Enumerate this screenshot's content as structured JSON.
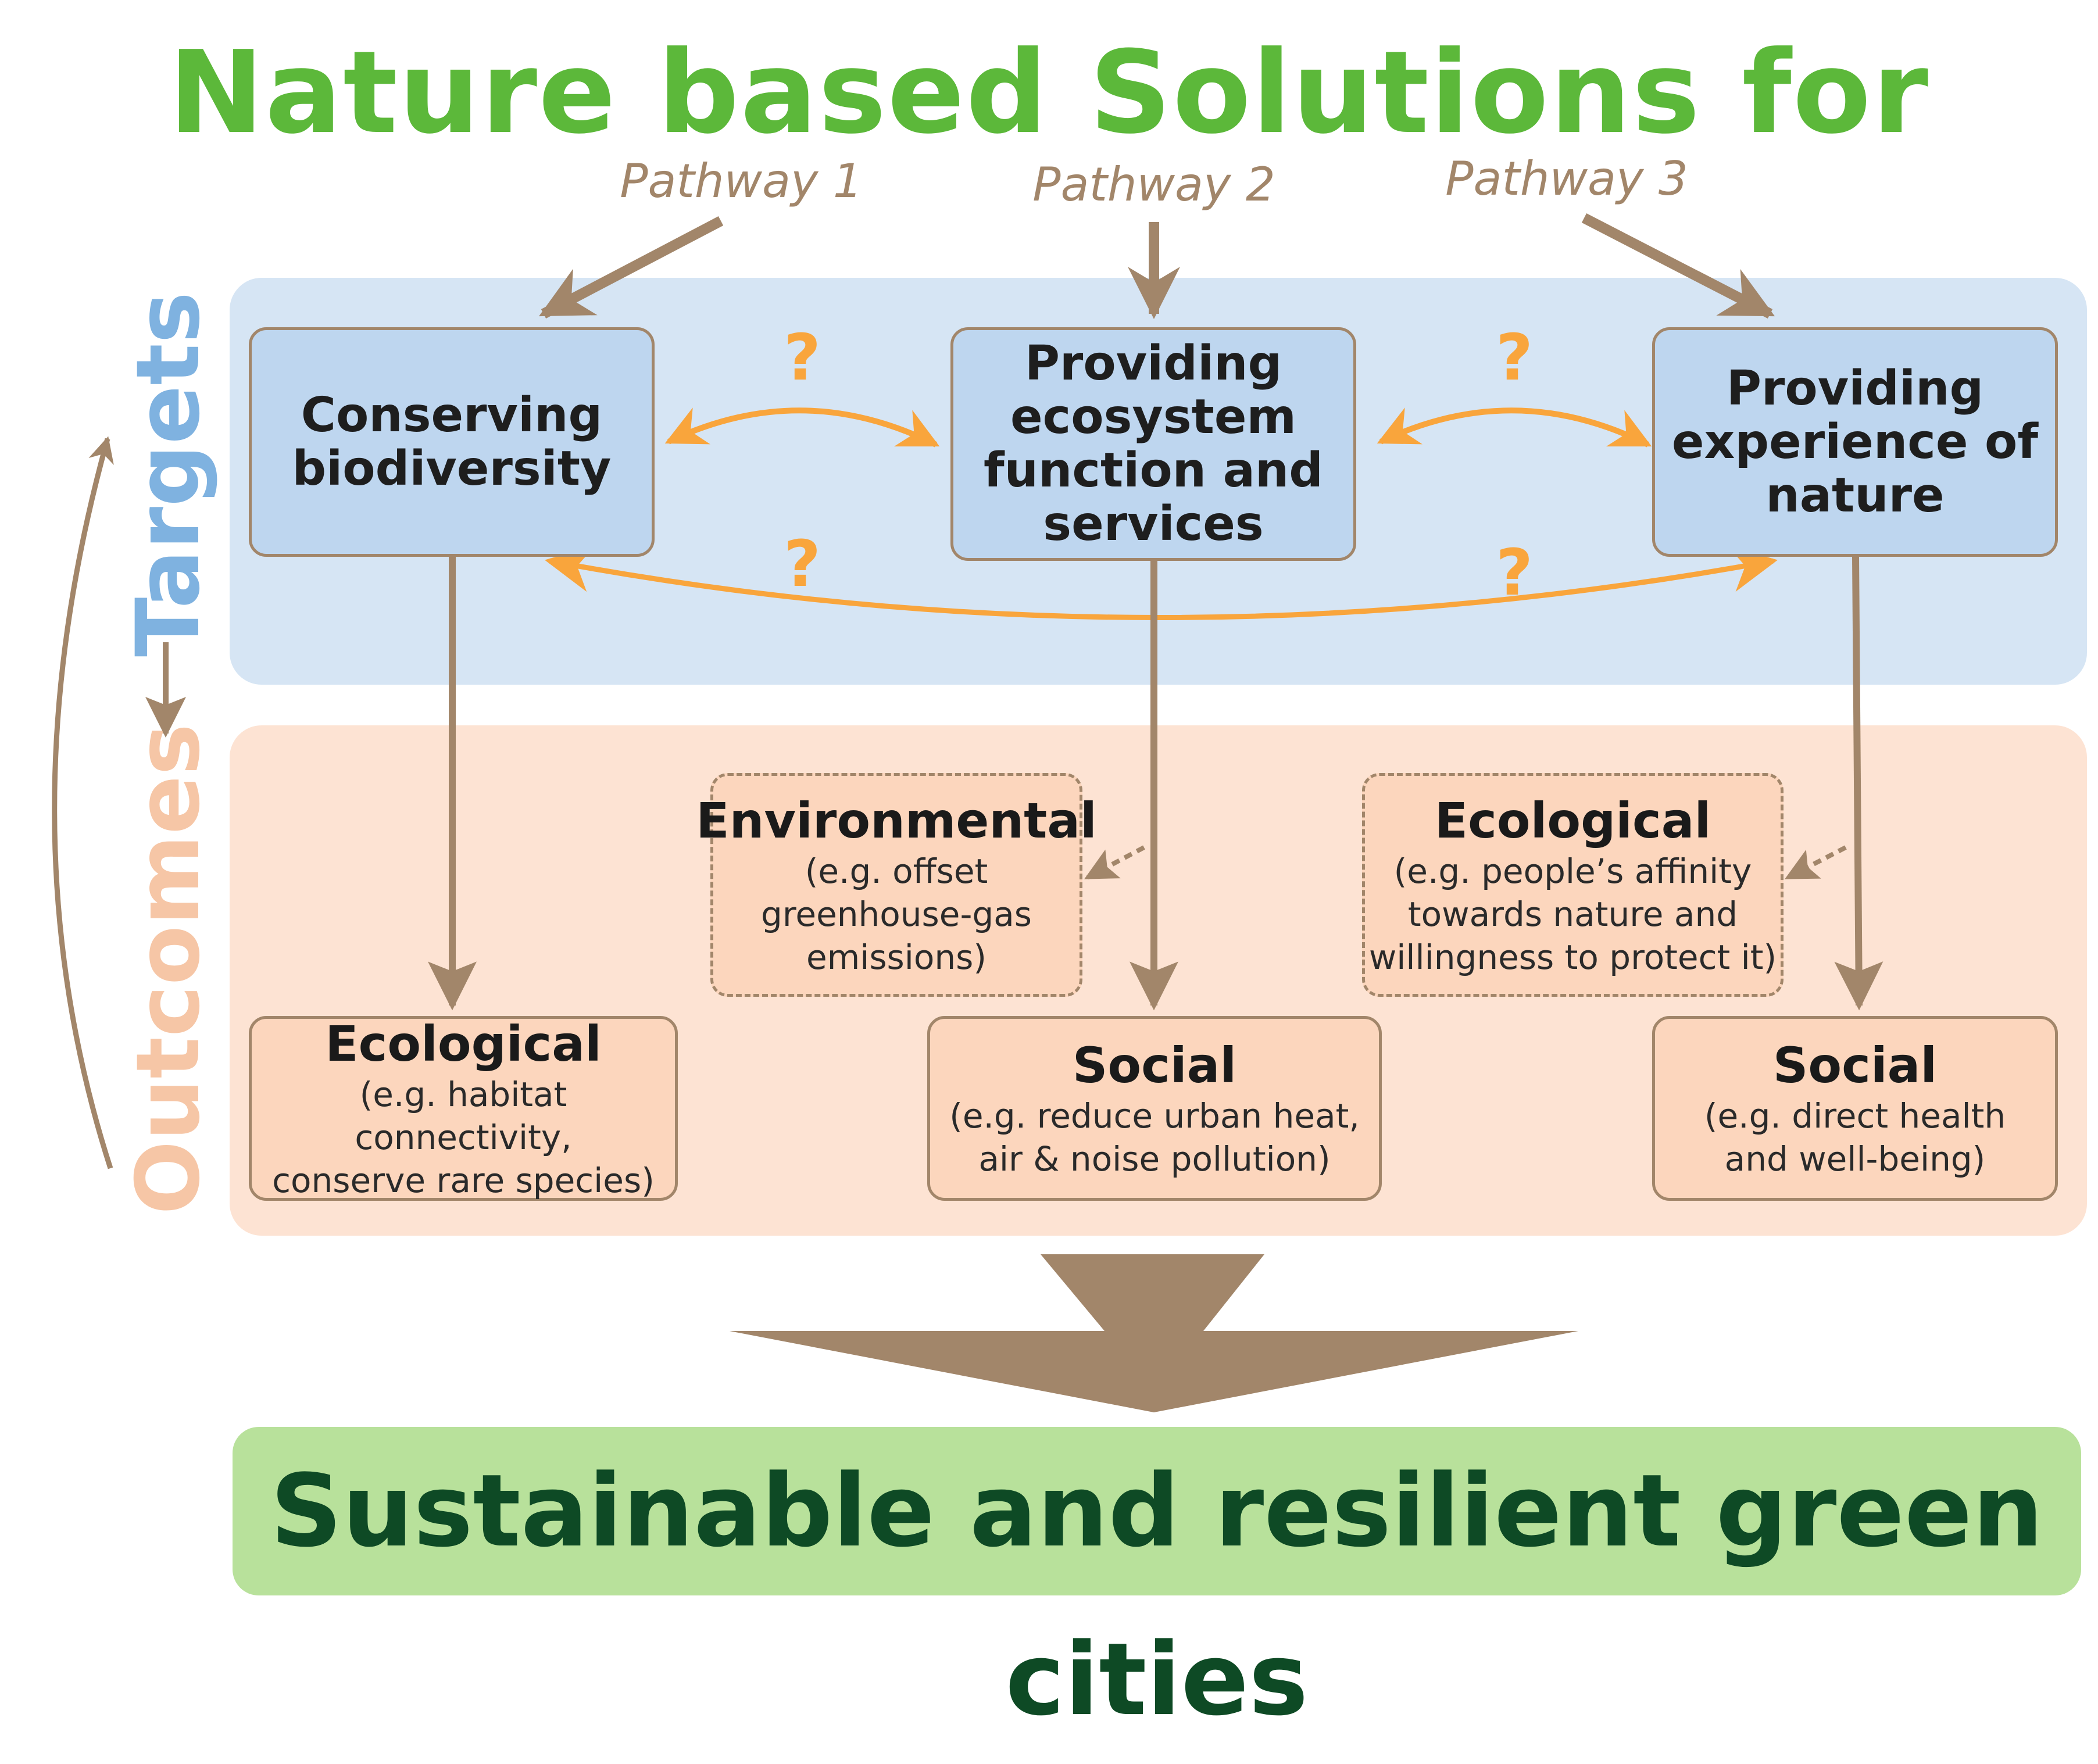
{
  "title": "Nature based Solutions for",
  "pathways": [
    "Pathway 1",
    "Pathway 2",
    "Pathway 3"
  ],
  "side_labels": {
    "targets": "Targets",
    "outcomes": "Outcomes"
  },
  "targets": [
    "Conserving\nbiodiversity",
    "Providing\necosystem\nfunction and\nservices",
    "Providing\nexperience of\nnature"
  ],
  "question_mark": "?",
  "intermediate_outcomes": [
    {
      "title": "Environmental",
      "desc": "(e.g. offset\ngreenhouse-gas\nemissions)"
    },
    {
      "title": "Ecological",
      "desc": "(e.g. people’s affinity\ntowards nature and\nwillingness to protect it)"
    }
  ],
  "outcomes": [
    {
      "title": "Ecological",
      "desc": "(e.g. habitat connectivity,\nconserve rare  species)"
    },
    {
      "title": "Social",
      "desc": "(e.g. reduce urban heat,\nair & noise pollution)"
    },
    {
      "title": "Social",
      "desc": "(e.g. direct health\nand well-being)"
    }
  ],
  "goal": "Sustainable and resilient green cities",
  "colors": {
    "title_green": "#5cb83a",
    "arrow_brown": "#a2866a",
    "orange_arrow": "#f9a53c",
    "targets_panel": "#d6e5f4",
    "outcomes_panel": "#fde3d3",
    "goal_panel": "#b8e19b",
    "goal_text": "#0e4a25",
    "targets_label": "#7fb2e0",
    "outcomes_label": "#f6c6a6"
  }
}
